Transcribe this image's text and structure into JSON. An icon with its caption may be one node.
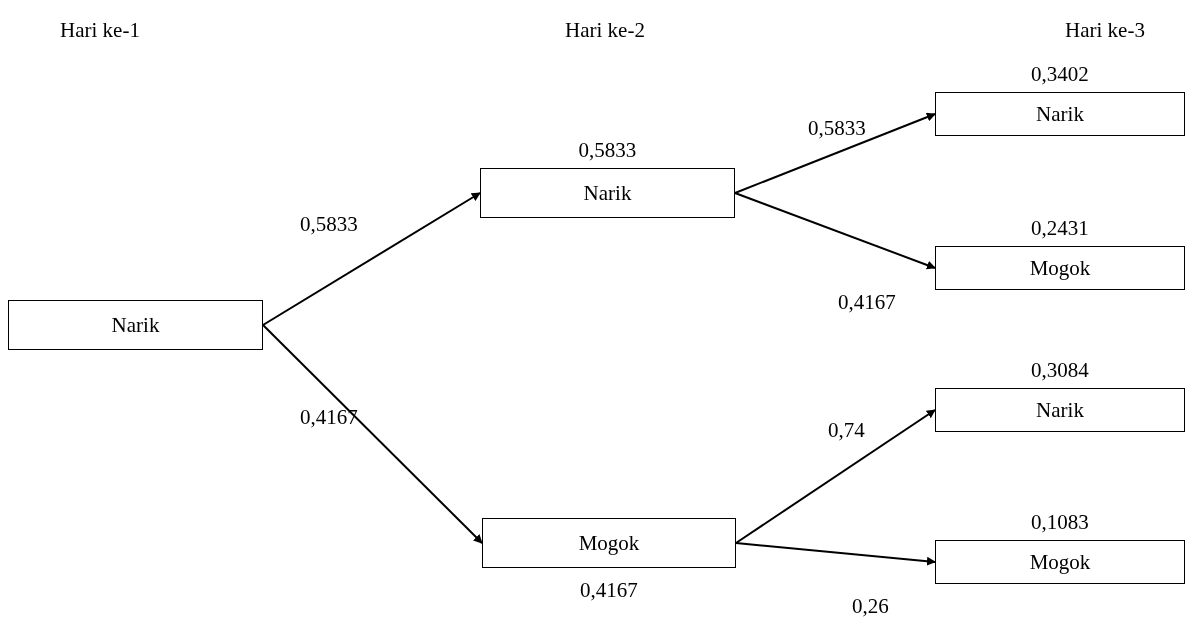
{
  "diagram": {
    "nodes": [
      {
        "text": [
          "Narik"
        ]
      },
      {
        "text": [
          "Narik"
        ],
        "beside": [
          "0,5833"
        ]
      },
      {
        "text": [
          "Mogok"
        ],
        "beside": [
          "0,4167"
        ]
      },
      {
        "text": [
          "Narik"
        ],
        "beside": [
          "0,3402"
        ]
      },
      {
        "text": [
          "Mogok"
        ],
        "beside": [
          "0,2431"
        ]
      },
      {
        "text": [
          "Narik"
        ],
        "beside": [
          "0,3084"
        ]
      },
      {
        "text": [
          "Mogok"
        ],
        "beside": [
          "0,1083"
        ]
      }
    ],
    "edges": [
      {
        "from": 0,
        "to": 1,
        "arrow": "to",
        "label": "0,5833"
      },
      {
        "from": 0,
        "to": 2,
        "arrow": "to",
        "label": "0,4167"
      },
      {
        "from": 1,
        "to": 3,
        "arrow": "to",
        "label": "0,5833"
      },
      {
        "from": 1,
        "to": 4,
        "arrow": "to",
        "label": "0,4167"
      },
      {
        "from": 2,
        "to": 5,
        "arrow": "to",
        "label": "0,74"
      },
      {
        "from": 2,
        "to": 6,
        "arrow": "to",
        "label": "0,26"
      }
    ],
    "labels": [
      "Hari ke-1",
      "Hari ke-2",
      "Hari ke-3"
    ]
  }
}
